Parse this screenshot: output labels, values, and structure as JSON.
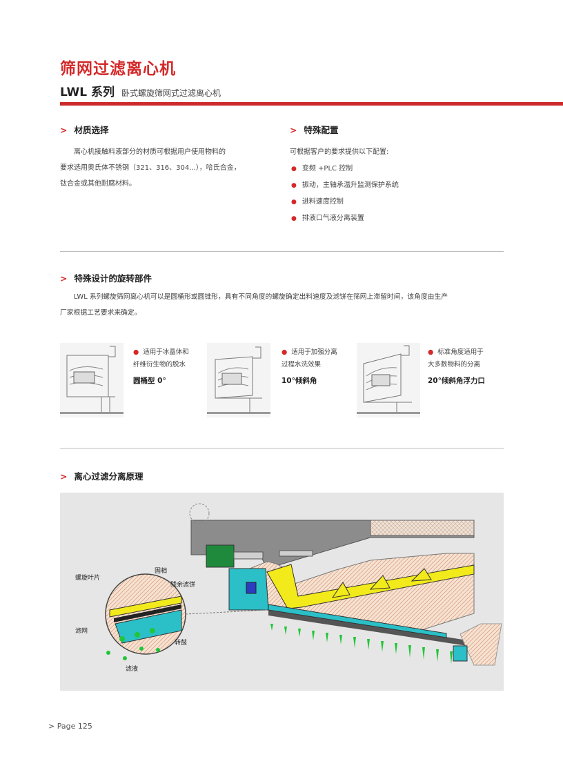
{
  "header": {
    "title": "筛网过滤离心机",
    "subtitle_series": "LWL 系列",
    "subtitle_desc": "卧式螺旋筛网式过滤离心机"
  },
  "sections": {
    "material": {
      "heading": "材质选择",
      "lines": [
        "离心机接触料液部分的材质可根据用户使用物料的",
        "要求选用奥氏体不锈钢（321、316、304...），哈氏合金，",
        "钛合金或其他耐腐材料。"
      ]
    },
    "special_config": {
      "heading": "特殊配置",
      "intro": "可根据客户的要求提供以下配置:",
      "items": [
        "变频 +PLC 控制",
        "振动，主轴承温升监测保护系统",
        "进料速度控制",
        "排液口气液分离装置"
      ]
    },
    "rotating_parts": {
      "heading": "特殊设计的旋转部件",
      "lines": [
        "LWL 系列螺旋筛网离心机可以是圆桶形或圆锥形，具有不同角度的螺旋确定出料速度及滤饼在筛网上滞留时间，该角度由生产",
        "厂家根据工艺要求来确定。"
      ],
      "variants": [
        {
          "note_lines": [
            "适用于冰晶体和",
            "纤维衍生物的脱水"
          ],
          "name": "圆桶型 0°"
        },
        {
          "note_lines": [
            "适用于加强分离",
            "过程水洗效果"
          ],
          "name": "10°倾斜角"
        },
        {
          "note_lines": [
            "标准角度适用于",
            "大多数物料的分离"
          ],
          "name": "20°倾斜角浮力口"
        }
      ]
    },
    "principle": {
      "heading": "离心过滤分离原理",
      "labels": {
        "spiral_blade": "螺旋叶片",
        "solid_phase": "固相",
        "residual_cake": "残余滤饼",
        "screen": "滤网",
        "drum": "转鼓",
        "filtrate": "滤液"
      }
    }
  },
  "footer": {
    "page": "> Page 125"
  },
  "colors": {
    "accent": "#d42a2a",
    "rule": "#cc2a2a",
    "yellow": "#f2ea1a",
    "cyan": "#2bbfc7",
    "green": "#22c53a"
  }
}
